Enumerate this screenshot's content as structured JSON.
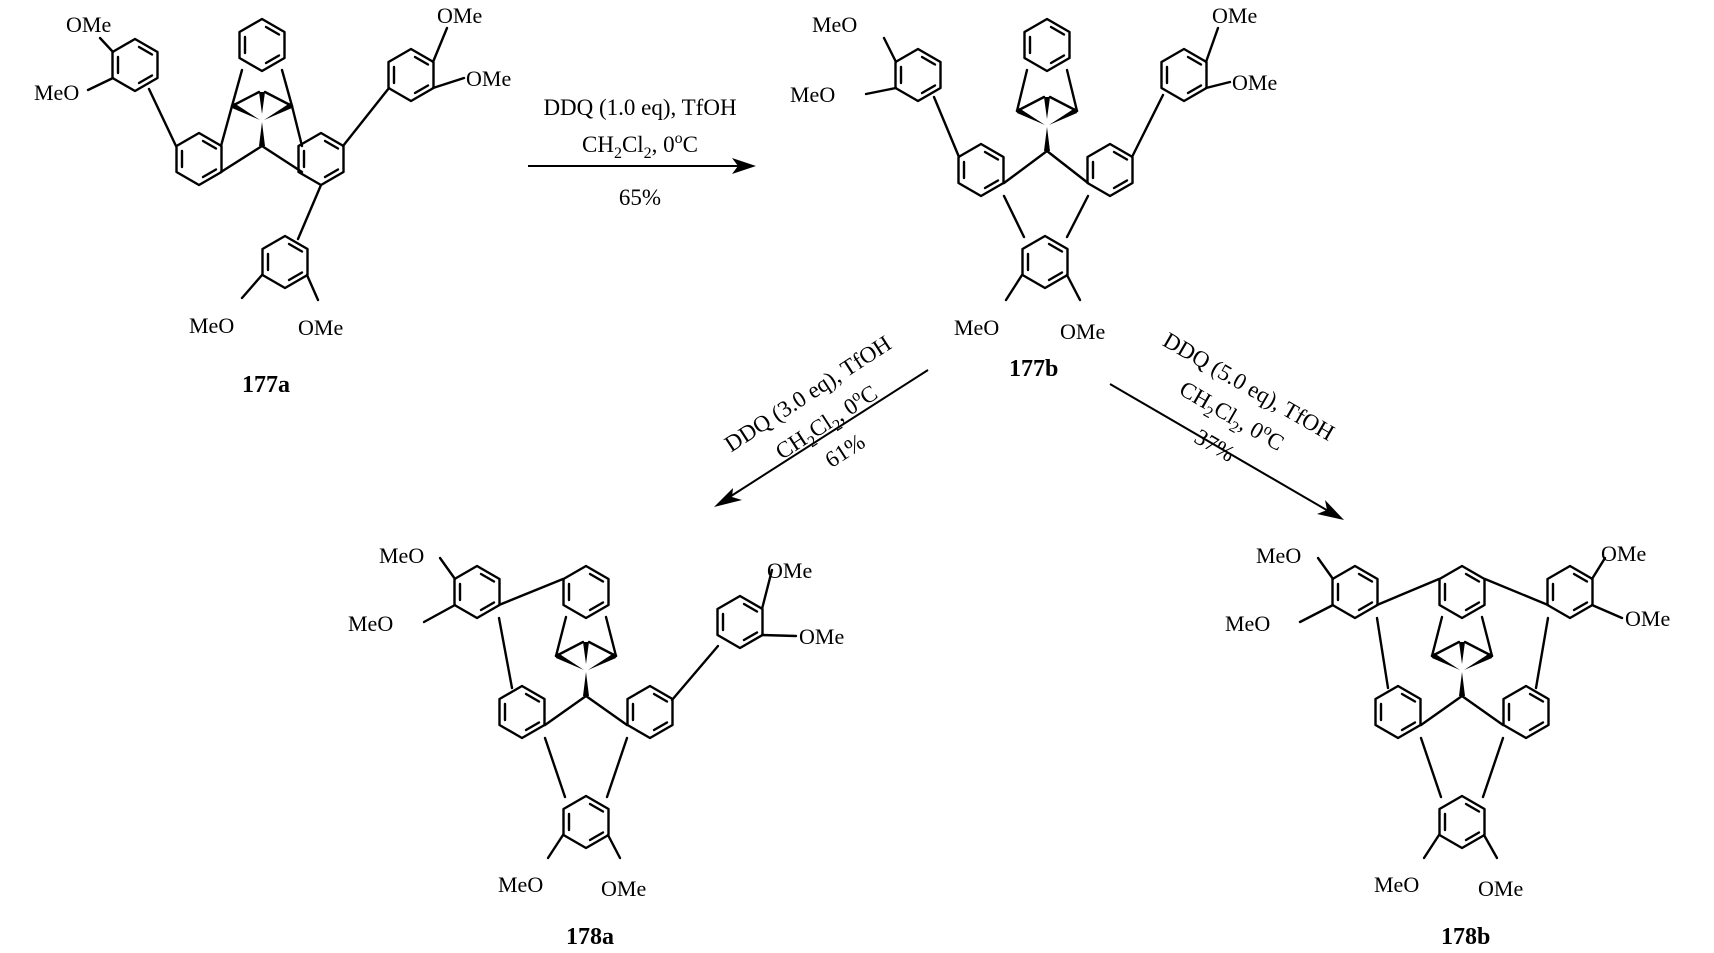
{
  "compounds": {
    "c177a": "177a",
    "c177b": "177b",
    "c178a": "178a",
    "c178b": "178b"
  },
  "substituents": {
    "ome": "OMe",
    "meo": "MeO"
  },
  "reaction1": {
    "reagent": "DDQ (1.0 eq), TfOH",
    "solvent_a": "CH",
    "solvent_b": "2",
    "solvent_c": "Cl",
    "solvent_d": "2",
    "solvent_e": ", 0",
    "solvent_f": "o",
    "solvent_g": "C",
    "yield": "65%"
  },
  "reaction2": {
    "reagent": "DDQ (3.0 eq), TfOH",
    "solvent_a": "CH",
    "solvent_b": "2",
    "solvent_c": "Cl",
    "solvent_d": "2",
    "solvent_e": ", 0",
    "solvent_f": "o",
    "solvent_g": "C",
    "yield": "61%"
  },
  "reaction3": {
    "reagent": "DDQ (5.0 eq), TfOH",
    "solvent_a": "CH",
    "solvent_b": "2",
    "solvent_c": "Cl",
    "solvent_d": "2",
    "solvent_e": ", 0",
    "solvent_f": "o",
    "solvent_g": "C",
    "yield": "37%"
  }
}
